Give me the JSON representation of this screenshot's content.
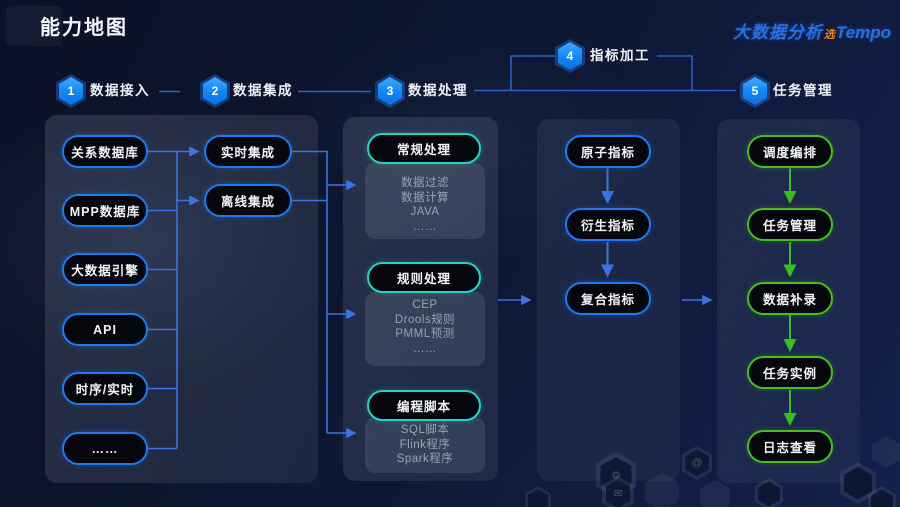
{
  "page": {
    "title": "能力地图"
  },
  "logo": {
    "part1": "大数据分析",
    "part2": "选",
    "part3": "Tempo"
  },
  "stages": [
    {
      "num": "1",
      "label": "数据接入"
    },
    {
      "num": "2",
      "label": "数据集成"
    },
    {
      "num": "3",
      "label": "数据处理"
    },
    {
      "num": "4",
      "label": "指标加工"
    },
    {
      "num": "5",
      "label": "任务管理"
    }
  ],
  "columns": {
    "sources": [
      "关系数据库",
      "MPP数据库",
      "大数据引擎",
      "API",
      "时序/实时",
      "……"
    ],
    "integration": [
      "实时集成",
      "离线集成"
    ],
    "processing": [
      {
        "title": "常规处理",
        "items": [
          "数据过滤",
          "数据计算",
          "JAVA",
          "……"
        ]
      },
      {
        "title": "规则处理",
        "items": [
          "CEP",
          "Drools规则",
          "PMML预测",
          "……"
        ]
      },
      {
        "title": "编程脚本",
        "items": [
          "SQL脚本",
          "Flink程序",
          "Spark程序"
        ]
      }
    ],
    "indicators": [
      "原子指标",
      "衍生指标",
      "复合指标"
    ],
    "tasks": [
      "调度编排",
      "任务管理",
      "数据补录",
      "任务实例",
      "日志查看"
    ]
  },
  "deco": {
    "glyphs": [
      "✉",
      "@",
      "⚙"
    ]
  },
  "colors": {
    "background": "#0d1630",
    "accent_blue": "#1b7bf0",
    "accent_teal": "#20d5c4",
    "accent_green": "#46be1c",
    "wire_blue": "#3a74e0",
    "stage_line": "#2c5fc4",
    "badge_blue": "#1286f2",
    "logo_blue": "#2a6fe0",
    "logo_orange": "#e88418"
  }
}
